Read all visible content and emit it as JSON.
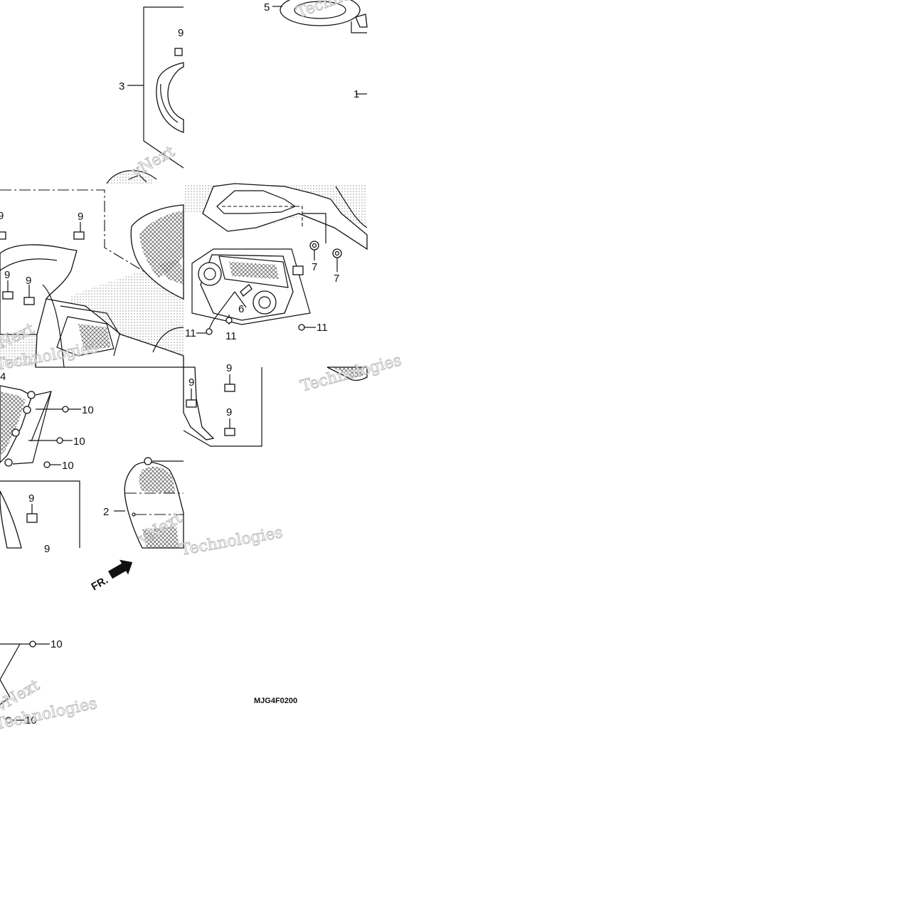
{
  "diagram": {
    "code": "MJG4F0200",
    "direction_label": "FR.",
    "callouts": [
      "1",
      "2",
      "3",
      "4",
      "5",
      "6",
      "7",
      "9",
      "10",
      "11"
    ],
    "watermark_lines": [
      "vNext",
      "Technologies"
    ]
  }
}
